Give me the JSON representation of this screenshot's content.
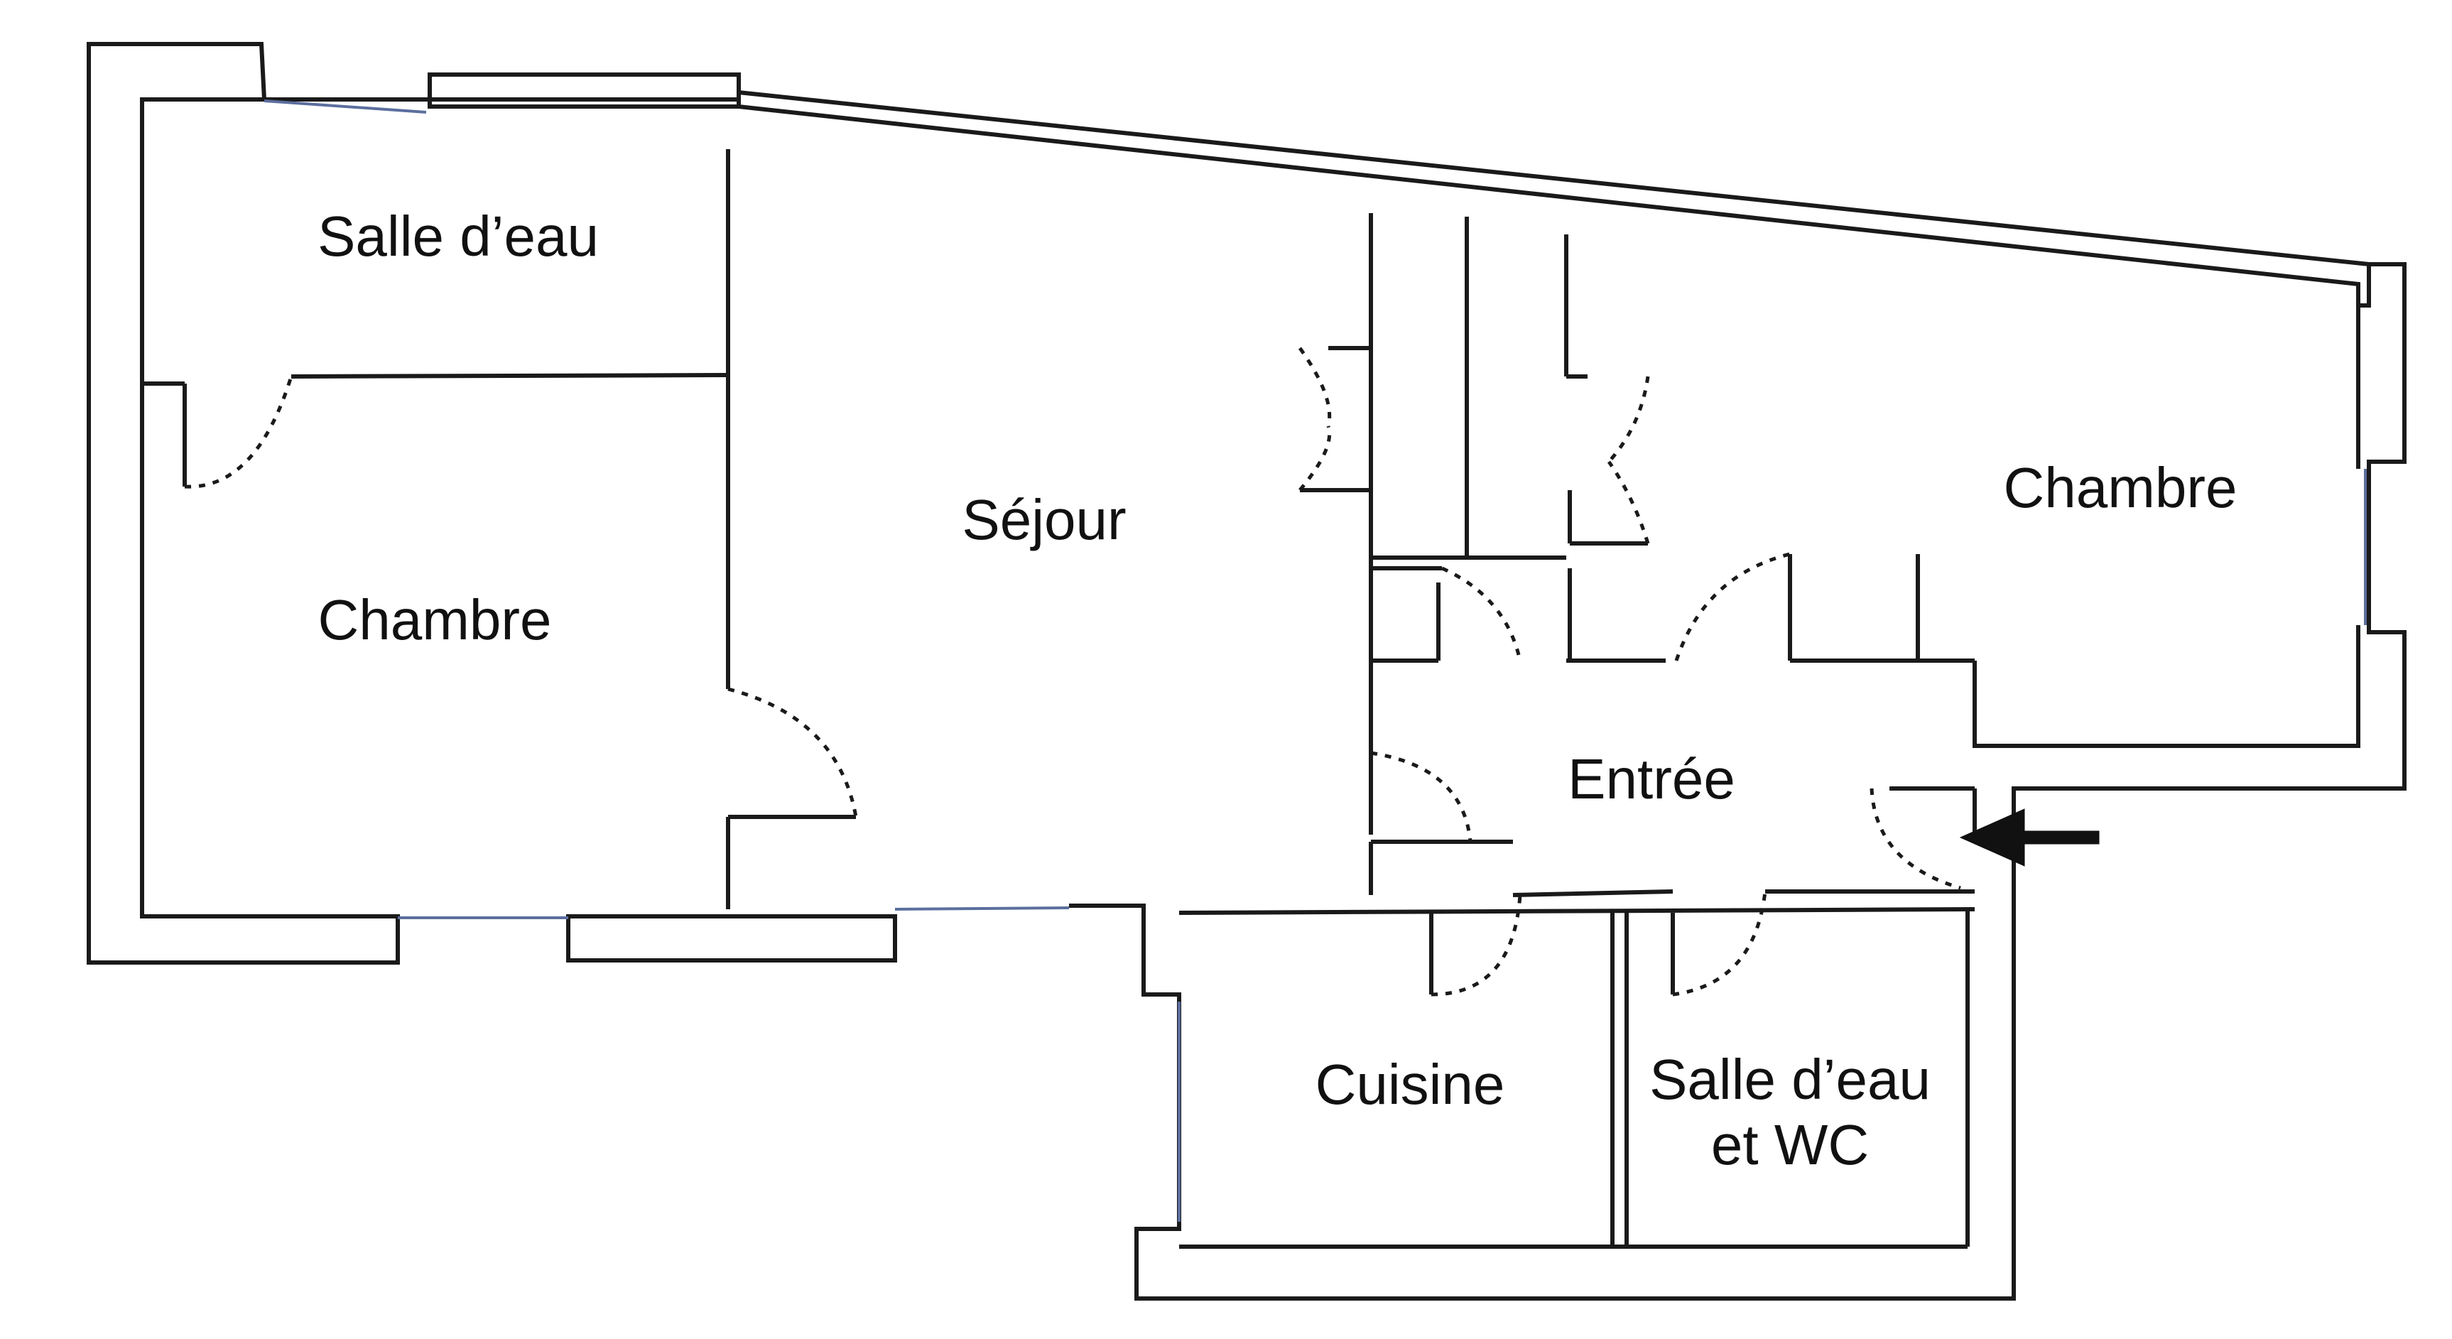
{
  "rooms": {
    "salle_eau_1": "Salle d’eau",
    "chambre_1": "Chambre",
    "sejour": "Séjour",
    "chambre_2": "Chambre",
    "entree": "Entrée",
    "cuisine": "Cuisine",
    "salle_eau_wc_line1": "Salle d’eau",
    "salle_eau_wc_line2": "et WC"
  },
  "colors": {
    "wall": "#1a1a1a",
    "window": "#5b6e9e",
    "background": "#ffffff"
  }
}
